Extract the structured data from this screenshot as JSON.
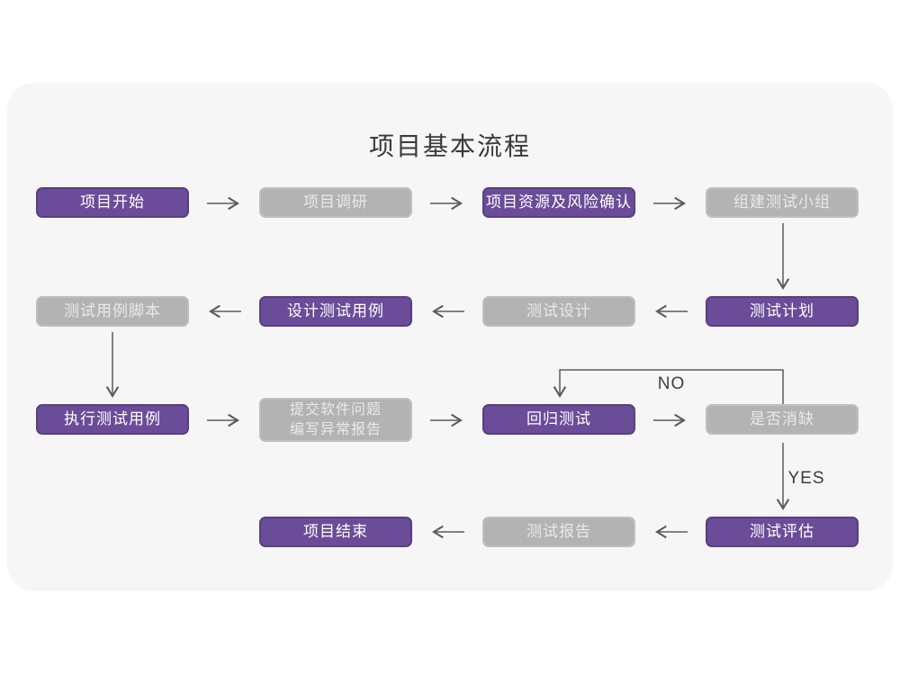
{
  "title": "项目基本流程",
  "nodes": {
    "start": {
      "label": "项目开始"
    },
    "research": {
      "label": "项目调研"
    },
    "risk_confirm": {
      "label": "项目资源及风险确认"
    },
    "build_team": {
      "label": "组建测试小组"
    },
    "test_plan": {
      "label": "测试计划"
    },
    "test_design": {
      "label": "测试设计"
    },
    "design_cases": {
      "label": "设计测试用例"
    },
    "case_script": {
      "label": "测试用例脚本"
    },
    "execute_cases": {
      "label": "执行测试用例"
    },
    "submit_issues": {
      "line1": "提交软件问题",
      "line2": "编写异常报告"
    },
    "regression": {
      "label": "回归测试"
    },
    "defect_cleared": {
      "label": "是否消缺"
    },
    "evaluation": {
      "label": "测试评估"
    },
    "test_report": {
      "label": "测试报告"
    },
    "end": {
      "label": "项目结束"
    }
  },
  "edge_labels": {
    "no": "NO",
    "yes": "YES"
  },
  "colors": {
    "primary_fill": "#6b4c98",
    "primary_border": "#593f83",
    "primary_text": "#ffffff",
    "secondary_fill": "#b3b3b3",
    "secondary_text": "#e9e9e9",
    "panel_background": "#f6f6f6",
    "page_background": "#ffffff",
    "arrow": "#5a5a5a",
    "title_text": "#3a3a3a"
  }
}
